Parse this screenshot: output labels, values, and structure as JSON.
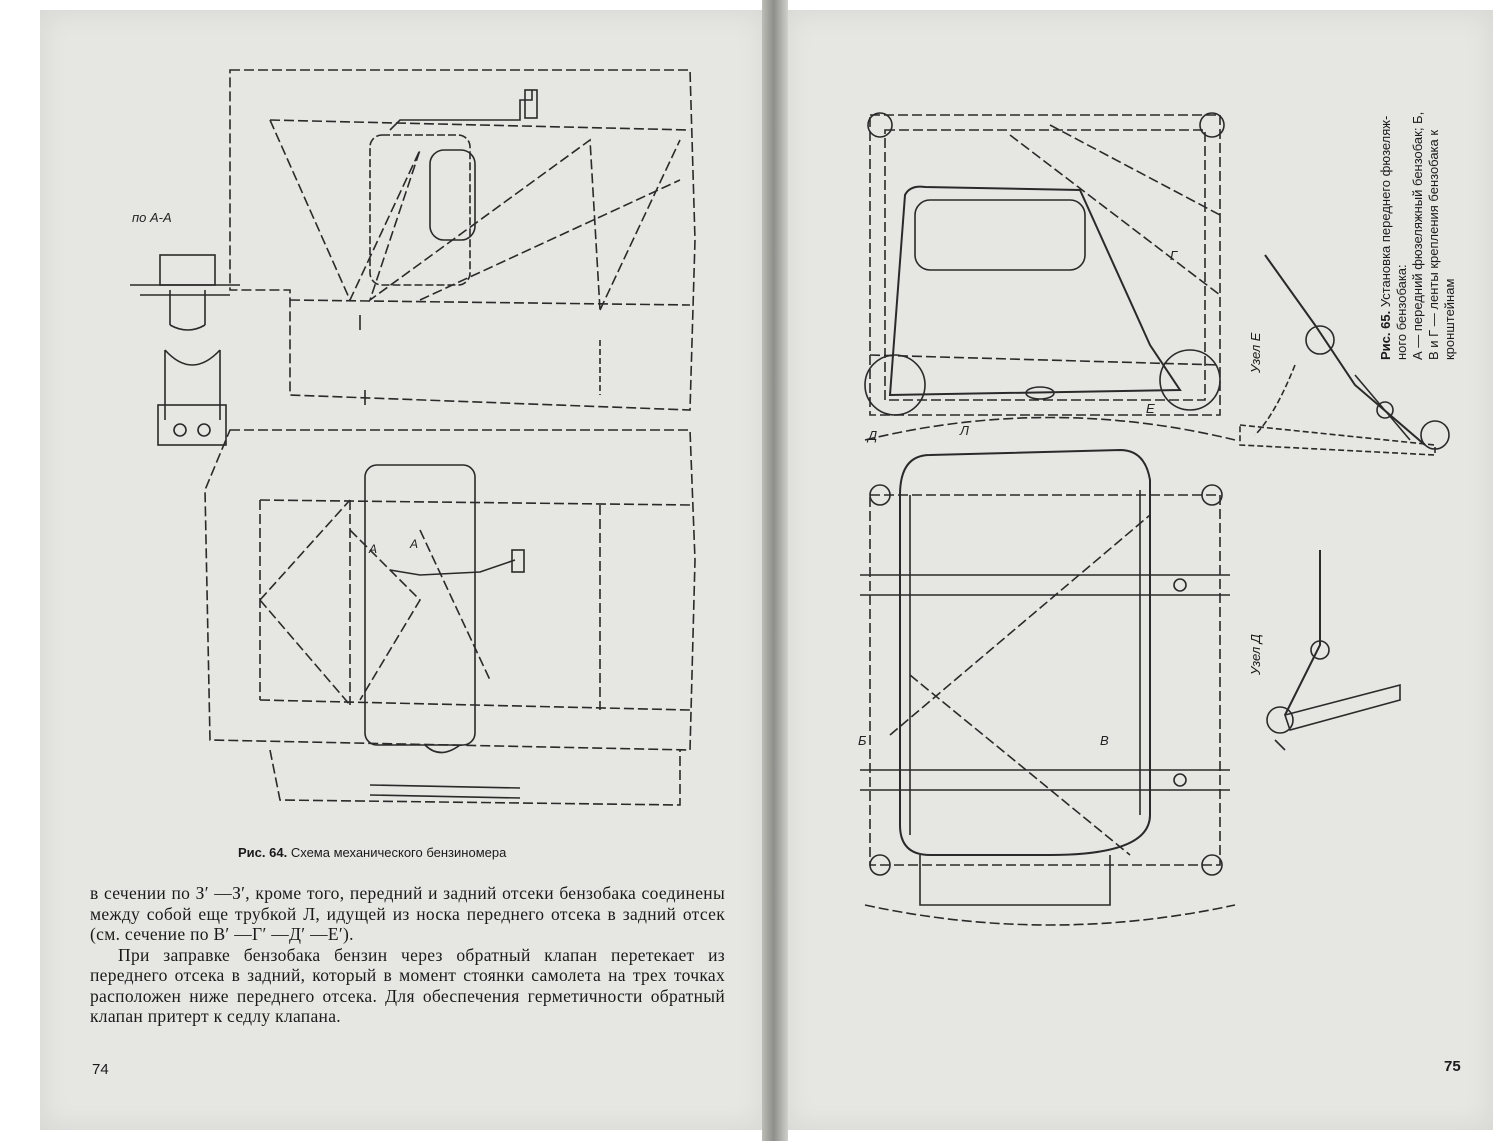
{
  "left_page": {
    "figure": {
      "section_label": "по А-А",
      "callout_a1": "А",
      "callout_a2": "А",
      "caption_num": "Рис. 64.",
      "caption_text": "Схема механического бензиномера"
    },
    "paragraph1": "в сечении по З′ —З′, кроме того, передний и задний отсеки бензобака соединены между собой еще трубкой Л, идущей из носка переднего отсека в задний отсек (см. сечение по В′ —Г′ —Д′ —Е′).",
    "paragraph2": "При заправке бензобака бензин через обратный клапан перетекает из переднего отсека в задний, который в момент стоянки самолета на трех точках расположен ниже переднего отсека. Для обеспечения герметичности обратный клапан притерт к седлу клапана.",
    "page_number": "74"
  },
  "right_page": {
    "figure": {
      "labels": {
        "G": "Г",
        "E": "Е",
        "D": "Д",
        "L": "Л",
        "B": "Б",
        "V": "В",
        "node_e": "Узел Е",
        "node_d": "Узел Д"
      },
      "caption_num": "Рис. 65.",
      "caption_line1": "Установка переднего фюзеляж-",
      "caption_line2": "ного бензобака:",
      "caption_line3": "А — передний фюзеляжный бензобак; Б,",
      "caption_line4": "В и Г — ленты крепления бензобака к",
      "caption_line5": "кронштейнам"
    },
    "page_number": "75"
  }
}
